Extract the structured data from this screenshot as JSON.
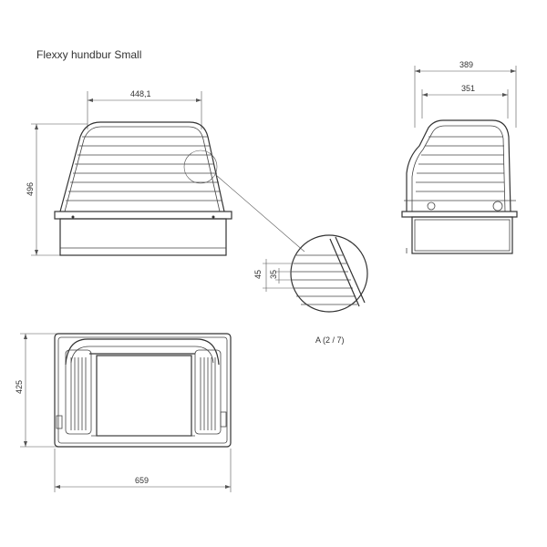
{
  "title": "Flexxy hundbur Small",
  "front_view": {
    "width_label": "448,1",
    "height_label": "496"
  },
  "side_view": {
    "outer_width_label": "389",
    "inner_width_label": "351"
  },
  "detail_view": {
    "label": "A (2 / 7)",
    "dim_outer": "45",
    "dim_inner": "35"
  },
  "top_view": {
    "depth_label": "425",
    "width_label": "659"
  }
}
